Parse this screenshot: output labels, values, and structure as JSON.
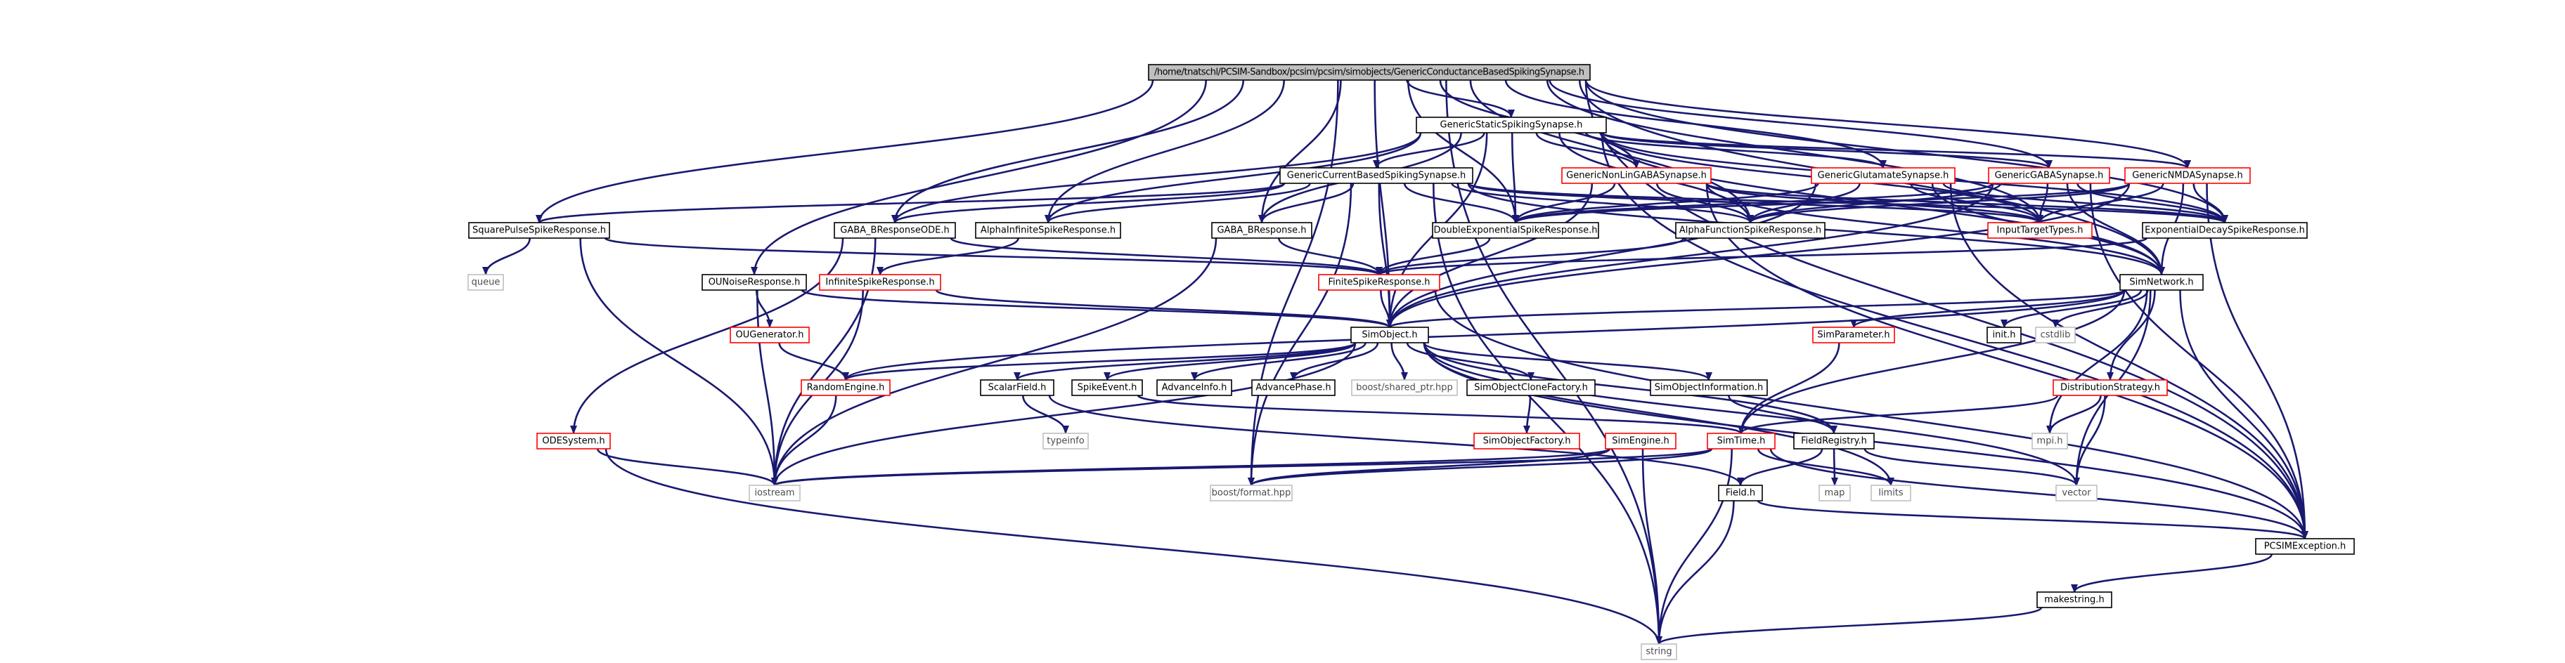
{
  "graph": {
    "colors": {
      "edge": "#191970",
      "root_fill": "#bfbfbf",
      "documented_border": "#000000",
      "undocumented_border": "#ff0000",
      "system_header_border": "#bfbfbf"
    },
    "nodes": [
      {
        "id": "root",
        "label": "/home/tnatschl/PCSIM-Sandbox/pcsim/pcsim/simobjects/GenericConductanceBasedSpikingSynapse.h",
        "kind": "root"
      },
      {
        "id": "gss",
        "label": "GenericStaticSpikingSynapse.h",
        "kind": "documented"
      },
      {
        "id": "gcb",
        "label": "GenericCurrentBasedSpikingSynapse.h",
        "kind": "documented"
      },
      {
        "id": "gnl",
        "label": "GenericNonLinGABASynapse.h",
        "kind": "undocumented"
      },
      {
        "id": "ggl",
        "label": "GenericGlutamateSynapse.h",
        "kind": "undocumented"
      },
      {
        "id": "gga",
        "label": "GenericGABASynapse.h",
        "kind": "undocumented"
      },
      {
        "id": "gnm",
        "label": "GenericNMDASynapse.h",
        "kind": "undocumented"
      },
      {
        "id": "sqp",
        "label": "SquarePulseSpikeResponse.h",
        "kind": "documented"
      },
      {
        "id": "gbo",
        "label": "GABA_BResponseODE.h",
        "kind": "documented"
      },
      {
        "id": "aif",
        "label": "AlphaInfiniteSpikeResponse.h",
        "kind": "documented"
      },
      {
        "id": "gbr",
        "label": "GABA_BResponse.h",
        "kind": "documented"
      },
      {
        "id": "des",
        "label": "DoubleExponentialSpikeResponse.h",
        "kind": "documented"
      },
      {
        "id": "afs",
        "label": "AlphaFunctionSpikeResponse.h",
        "kind": "documented"
      },
      {
        "id": "itt",
        "label": "InputTargetTypes.h",
        "kind": "undocumented"
      },
      {
        "id": "eds",
        "label": "ExponentialDecaySpikeResponse.h",
        "kind": "documented"
      },
      {
        "id": "que",
        "label": "queue",
        "kind": "system"
      },
      {
        "id": "oun",
        "label": "OUNoiseResponse.h",
        "kind": "documented"
      },
      {
        "id": "isr",
        "label": "InfiniteSpikeResponse.h",
        "kind": "undocumented"
      },
      {
        "id": "fsr",
        "label": "FiniteSpikeResponse.h",
        "kind": "undocumented"
      },
      {
        "id": "snw",
        "label": "SimNetwork.h",
        "kind": "documented"
      },
      {
        "id": "oug",
        "label": "OUGenerator.h",
        "kind": "undocumented"
      },
      {
        "id": "sob",
        "label": "SimObject.h",
        "kind": "documented"
      },
      {
        "id": "spa",
        "label": "SimParameter.h",
        "kind": "undocumented"
      },
      {
        "id": "inh",
        "label": "init.h",
        "kind": "documented"
      },
      {
        "id": "csl",
        "label": "cstdlib",
        "kind": "system"
      },
      {
        "id": "ren",
        "label": "RandomEngine.h",
        "kind": "undocumented"
      },
      {
        "id": "scf",
        "label": "ScalarField.h",
        "kind": "documented"
      },
      {
        "id": "spe",
        "label": "SpikeEvent.h",
        "kind": "documented"
      },
      {
        "id": "adi",
        "label": "AdvanceInfo.h",
        "kind": "documented"
      },
      {
        "id": "adp",
        "label": "AdvancePhase.h",
        "kind": "documented"
      },
      {
        "id": "bsp",
        "label": "boost/shared_ptr.hpp",
        "kind": "system"
      },
      {
        "id": "socf",
        "label": "SimObjectCloneFactory.h",
        "kind": "documented"
      },
      {
        "id": "soi",
        "label": "SimObjectInformation.h",
        "kind": "documented"
      },
      {
        "id": "dst",
        "label": "DistributionStrategy.h",
        "kind": "undocumented"
      },
      {
        "id": "ode",
        "label": "ODESystem.h",
        "kind": "undocumented"
      },
      {
        "id": "tyi",
        "label": "typeinfo",
        "kind": "system"
      },
      {
        "id": "sof",
        "label": "SimObjectFactory.h",
        "kind": "undocumented"
      },
      {
        "id": "sen",
        "label": "SimEngine.h",
        "kind": "undocumented"
      },
      {
        "id": "stm",
        "label": "SimTime.h",
        "kind": "undocumented"
      },
      {
        "id": "frg",
        "label": "FieldRegistry.h",
        "kind": "documented"
      },
      {
        "id": "mpi",
        "label": "mpi.h",
        "kind": "system"
      },
      {
        "id": "ios",
        "label": "iostream",
        "kind": "system"
      },
      {
        "id": "bfm",
        "label": "boost/format.hpp",
        "kind": "system"
      },
      {
        "id": "map",
        "label": "map",
        "kind": "system"
      },
      {
        "id": "lim",
        "label": "limits",
        "kind": "system"
      },
      {
        "id": "vec",
        "label": "vector",
        "kind": "system"
      },
      {
        "id": "fld",
        "label": "Field.h",
        "kind": "documented"
      },
      {
        "id": "pex",
        "label": "PCSIMException.h",
        "kind": "documented"
      },
      {
        "id": "mks",
        "label": "makestring.h",
        "kind": "documented"
      },
      {
        "id": "str",
        "label": "string",
        "kind": "system"
      }
    ],
    "edges": [
      [
        "root",
        "gss"
      ],
      [
        "root",
        "gnl"
      ],
      [
        "root",
        "ggl"
      ],
      [
        "root",
        "gga"
      ],
      [
        "root",
        "gnm"
      ],
      [
        "root",
        "sqp"
      ],
      [
        "root",
        "gbo"
      ],
      [
        "root",
        "aif"
      ],
      [
        "root",
        "gbr"
      ],
      [
        "root",
        "des"
      ],
      [
        "root",
        "afs"
      ],
      [
        "root",
        "itt"
      ],
      [
        "root",
        "eds"
      ],
      [
        "root",
        "oun"
      ],
      [
        "root",
        "snw"
      ],
      [
        "root",
        "sob"
      ],
      [
        "root",
        "bfm"
      ],
      [
        "root",
        "pex"
      ],
      [
        "root",
        "str"
      ],
      [
        "gss",
        "gcb"
      ],
      [
        "gss",
        "gnl"
      ],
      [
        "gss",
        "ggl"
      ],
      [
        "gss",
        "gga"
      ],
      [
        "gss",
        "gnm"
      ],
      [
        "gss",
        "gbo"
      ],
      [
        "gss",
        "aif"
      ],
      [
        "gss",
        "gbr"
      ],
      [
        "gss",
        "des"
      ],
      [
        "gss",
        "afs"
      ],
      [
        "gss",
        "itt"
      ],
      [
        "gss",
        "eds"
      ],
      [
        "gss",
        "snw"
      ],
      [
        "gss",
        "sob"
      ],
      [
        "gss",
        "pex"
      ],
      [
        "gcb",
        "sqp"
      ],
      [
        "gcb",
        "gbo"
      ],
      [
        "gcb",
        "aif"
      ],
      [
        "gcb",
        "gbr"
      ],
      [
        "gcb",
        "des"
      ],
      [
        "gcb",
        "afs"
      ],
      [
        "gcb",
        "itt"
      ],
      [
        "gcb",
        "eds"
      ],
      [
        "gcb",
        "snw"
      ],
      [
        "gcb",
        "sob"
      ],
      [
        "gcb",
        "bfm"
      ],
      [
        "gcb",
        "str"
      ],
      [
        "gnl",
        "des"
      ],
      [
        "gnl",
        "afs"
      ],
      [
        "gnl",
        "itt"
      ],
      [
        "gnl",
        "eds"
      ],
      [
        "gnl",
        "snw"
      ],
      [
        "gnl",
        "sob"
      ],
      [
        "gnl",
        "pex"
      ],
      [
        "ggl",
        "des"
      ],
      [
        "ggl",
        "afs"
      ],
      [
        "ggl",
        "itt"
      ],
      [
        "ggl",
        "eds"
      ],
      [
        "ggl",
        "snw"
      ],
      [
        "ggl",
        "sob"
      ],
      [
        "ggl",
        "pex"
      ],
      [
        "gga",
        "des"
      ],
      [
        "gga",
        "afs"
      ],
      [
        "gga",
        "itt"
      ],
      [
        "gga",
        "eds"
      ],
      [
        "gga",
        "snw"
      ],
      [
        "gga",
        "sob"
      ],
      [
        "gga",
        "pex"
      ],
      [
        "gnm",
        "des"
      ],
      [
        "gnm",
        "afs"
      ],
      [
        "gnm",
        "itt"
      ],
      [
        "gnm",
        "eds"
      ],
      [
        "gnm",
        "snw"
      ],
      [
        "gnm",
        "sob"
      ],
      [
        "gnm",
        "pex"
      ],
      [
        "sqp",
        "que"
      ],
      [
        "sqp",
        "fsr"
      ],
      [
        "sqp",
        "ios"
      ],
      [
        "gbo",
        "fsr"
      ],
      [
        "gbo",
        "ode"
      ],
      [
        "gbo",
        "ios"
      ],
      [
        "aif",
        "isr"
      ],
      [
        "gbr",
        "fsr"
      ],
      [
        "gbr",
        "ios"
      ],
      [
        "des",
        "fsr"
      ],
      [
        "afs",
        "fsr"
      ],
      [
        "eds",
        "fsr"
      ],
      [
        "oun",
        "oug"
      ],
      [
        "oun",
        "sob"
      ],
      [
        "oun",
        "ios"
      ],
      [
        "isr",
        "sob"
      ],
      [
        "isr",
        "ios"
      ],
      [
        "fsr",
        "sob"
      ],
      [
        "fsr",
        "pex"
      ],
      [
        "snw",
        "sob"
      ],
      [
        "snw",
        "spa"
      ],
      [
        "snw",
        "inh"
      ],
      [
        "snw",
        "csl"
      ],
      [
        "snw",
        "dst"
      ],
      [
        "snw",
        "ren"
      ],
      [
        "snw",
        "stm"
      ],
      [
        "snw",
        "mpi"
      ],
      [
        "snw",
        "vec"
      ],
      [
        "snw",
        "pex"
      ],
      [
        "oug",
        "ren"
      ],
      [
        "ren",
        "ios"
      ],
      [
        "sob",
        "ren"
      ],
      [
        "sob",
        "scf"
      ],
      [
        "sob",
        "spe"
      ],
      [
        "sob",
        "adi"
      ],
      [
        "sob",
        "adp"
      ],
      [
        "sob",
        "bsp"
      ],
      [
        "sob",
        "socf"
      ],
      [
        "sob",
        "soi"
      ],
      [
        "sob",
        "frg"
      ],
      [
        "sob",
        "ios"
      ],
      [
        "sob",
        "lim"
      ],
      [
        "sob",
        "vec"
      ],
      [
        "sob",
        "pex"
      ],
      [
        "spa",
        "stm"
      ],
      [
        "dst",
        "stm"
      ],
      [
        "dst",
        "mpi"
      ],
      [
        "dst",
        "vec"
      ],
      [
        "scf",
        "tyi"
      ],
      [
        "scf",
        "fld"
      ],
      [
        "spe",
        "stm"
      ],
      [
        "socf",
        "sof"
      ],
      [
        "soi",
        "frg"
      ],
      [
        "ode",
        "ios"
      ],
      [
        "ode",
        "str"
      ],
      [
        "sen",
        "ios"
      ],
      [
        "sen",
        "bfm"
      ],
      [
        "sen",
        "str"
      ],
      [
        "stm",
        "ios"
      ],
      [
        "stm",
        "bfm"
      ],
      [
        "stm",
        "lim"
      ],
      [
        "stm",
        "pex"
      ],
      [
        "stm",
        "str"
      ],
      [
        "frg",
        "fld"
      ],
      [
        "frg",
        "map"
      ],
      [
        "frg",
        "vec"
      ],
      [
        "fld",
        "pex"
      ],
      [
        "fld",
        "str"
      ],
      [
        "pex",
        "mks"
      ],
      [
        "mks",
        "str"
      ]
    ]
  }
}
